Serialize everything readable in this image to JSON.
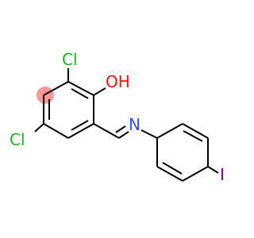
{
  "molecule": {
    "atoms": {
      "chlorine_top": "Cl",
      "hydroxyl": "OH",
      "chlorine_left": "Cl",
      "imine_nitrogen": "N",
      "iodine": "I"
    },
    "colors": {
      "chlorine": "#1fb21f",
      "oxygen": "#ff0d0d",
      "nitrogen": "#3050f8",
      "iodine": "#940094",
      "bond": "#000000",
      "highlight": "#ff9999"
    }
  }
}
